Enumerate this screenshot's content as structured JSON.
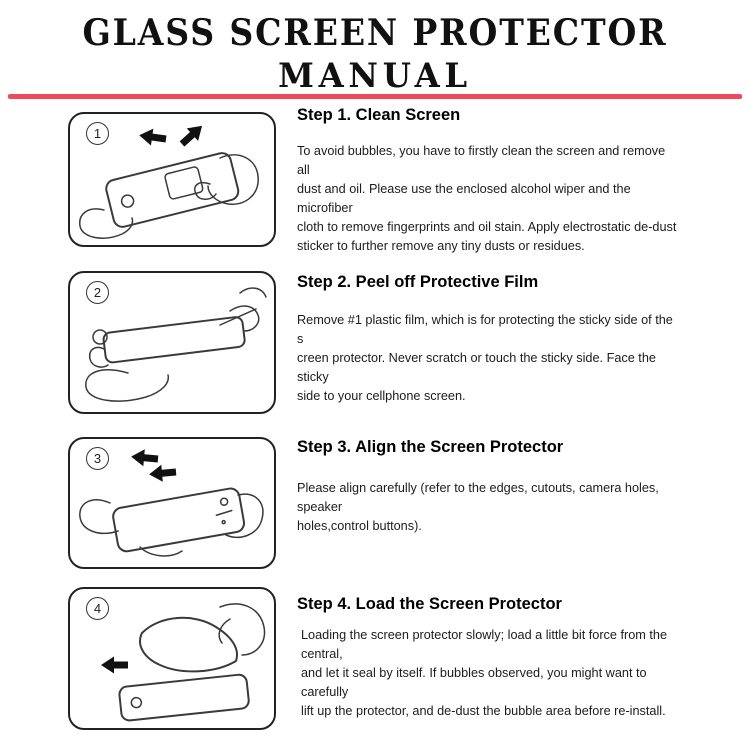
{
  "title": {
    "line1": "GLASS SCREEN PROTECTOR",
    "line2": "MANUAL"
  },
  "divider_color": "#f0485c",
  "steps": [
    {
      "number": "1",
      "heading": "Step 1. Clean Screen",
      "body": "To avoid bubbles, you have to firstly clean the screen and remove all\ndust and oil. Please use the enclosed alcohol wiper and the microfiber\ncloth to remove fingerprints and oil stain. Apply electrostatic de-dust\nsticker to further remove any tiny dusts or residues."
    },
    {
      "number": "2",
      "heading": "Step 2. Peel off Protective Film",
      "body": "Remove #1 plastic film, which is for protecting the sticky side of the s\ncreen protector. Never scratch or touch the sticky side. Face the sticky\nside to your cellphone screen."
    },
    {
      "number": "3",
      "heading": "Step 3. Align the Screen Protector",
      "body": "Please align carefully (refer to the edges, cutouts, camera holes, speaker\nholes,control buttons)."
    },
    {
      "number": "4",
      "heading": "Step 4. Load the Screen Protector",
      "body": "Loading the screen protector slowly; load a little bit force from the central,\nand let it seal by itself. If bubbles observed, you might want to carefully\nlift up the protector, and de-dust the bubble area before re-install."
    }
  ]
}
